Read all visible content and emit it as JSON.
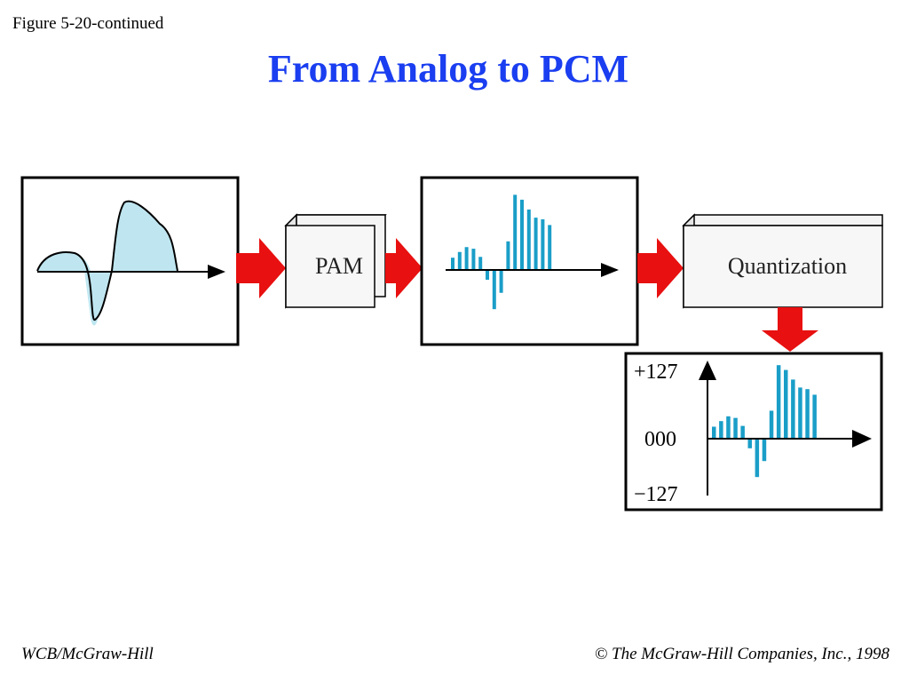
{
  "figure_label": "Figure 5-20-continued",
  "title": "From Analog to PCM",
  "blocks": {
    "pam": "PAM",
    "quantization": "Quantization"
  },
  "quantized_axis": {
    "top": "+127",
    "middle": "000",
    "bottom": "−127"
  },
  "footer": {
    "left": "WCB/McGraw-Hill",
    "copyright_symbol": "©",
    "right": "The McGraw-Hill Companies, Inc., 1998"
  },
  "colors": {
    "title": "#1a3ef0",
    "arrow": "#e81010",
    "sample": "#1a9ec8",
    "analog_fill": "#bfe6f0"
  },
  "samples": [
    0.15,
    0.22,
    0.28,
    0.26,
    0.16,
    -0.12,
    -0.48,
    -0.28,
    0.35,
    0.92,
    0.86,
    0.74,
    0.64,
    0.62,
    0.55
  ]
}
